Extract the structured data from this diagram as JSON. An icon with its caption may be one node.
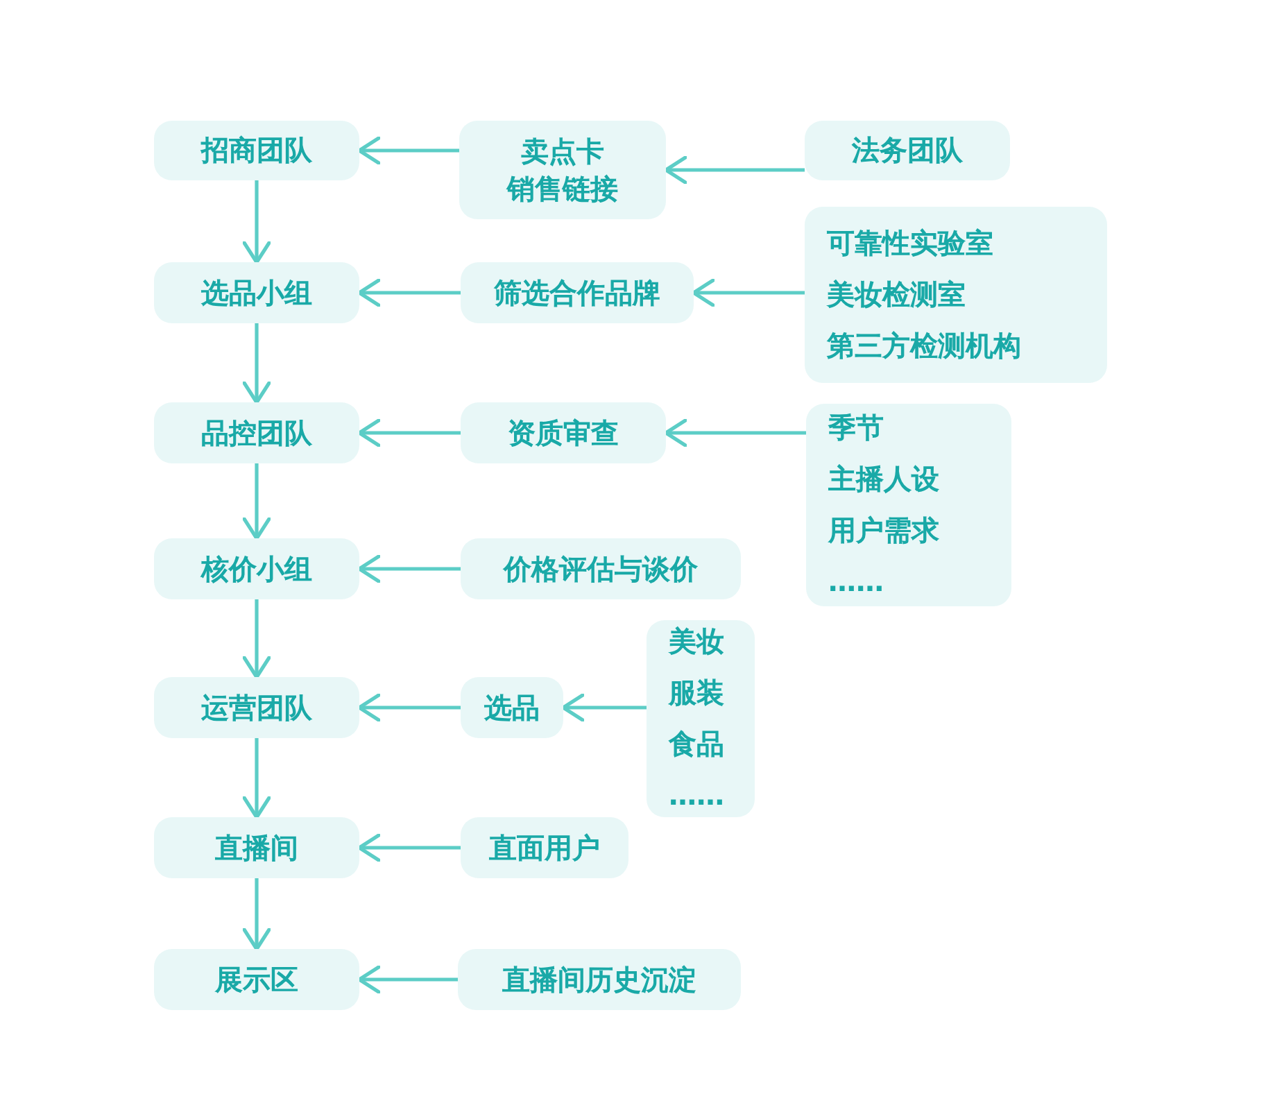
{
  "diagram": {
    "nodes": [
      {
        "text": [
          "招商团队"
        ]
      },
      {
        "text": [
          "卖点卡",
          "销售链接"
        ]
      },
      {
        "text": [
          "法务团队"
        ]
      },
      {
        "text": [
          "选品小组"
        ]
      },
      {
        "text": [
          "筛选合作品牌"
        ]
      },
      {
        "text": [
          "可靠性实验室",
          "美妆检测室",
          "第三方检测机构"
        ]
      },
      {
        "text": [
          "品控团队"
        ]
      },
      {
        "text": [
          "资质审查"
        ]
      },
      {
        "text": [
          "季节",
          "主播人设",
          "用户需求",
          "……"
        ]
      },
      {
        "text": [
          "核价小组"
        ]
      },
      {
        "text": [
          "价格评估与谈价"
        ]
      },
      {
        "text": [
          "运营团队"
        ]
      },
      {
        "text": [
          "选品"
        ]
      },
      {
        "text": [
          "美妆",
          "服装",
          "食品",
          "……"
        ]
      },
      {
        "text": [
          "直播间"
        ]
      },
      {
        "text": [
          "直面用户"
        ]
      },
      {
        "text": [
          "展示区"
        ]
      },
      {
        "text": [
          "直播间历史沉淀"
        ]
      }
    ],
    "edges": [
      {
        "from": 1,
        "to": 0,
        "arrow": "to"
      },
      {
        "from": 2,
        "to": 1,
        "arrow": "to"
      },
      {
        "from": 0,
        "to": 3,
        "arrow": "to"
      },
      {
        "from": 4,
        "to": 3,
        "arrow": "to"
      },
      {
        "from": 5,
        "to": 4,
        "arrow": "to"
      },
      {
        "from": 3,
        "to": 6,
        "arrow": "to"
      },
      {
        "from": 7,
        "to": 6,
        "arrow": "to"
      },
      {
        "from": 8,
        "to": 7,
        "arrow": "to"
      },
      {
        "from": 6,
        "to": 9,
        "arrow": "to"
      },
      {
        "from": 10,
        "to": 9,
        "arrow": "to"
      },
      {
        "from": 9,
        "to": 11,
        "arrow": "to"
      },
      {
        "from": 12,
        "to": 11,
        "arrow": "to"
      },
      {
        "from": 13,
        "to": 12,
        "arrow": "to"
      },
      {
        "from": 11,
        "to": 14,
        "arrow": "to"
      },
      {
        "from": 15,
        "to": 14,
        "arrow": "to"
      },
      {
        "from": 14,
        "to": 16,
        "arrow": "to"
      },
      {
        "from": 17,
        "to": 16,
        "arrow": "to"
      }
    ]
  }
}
